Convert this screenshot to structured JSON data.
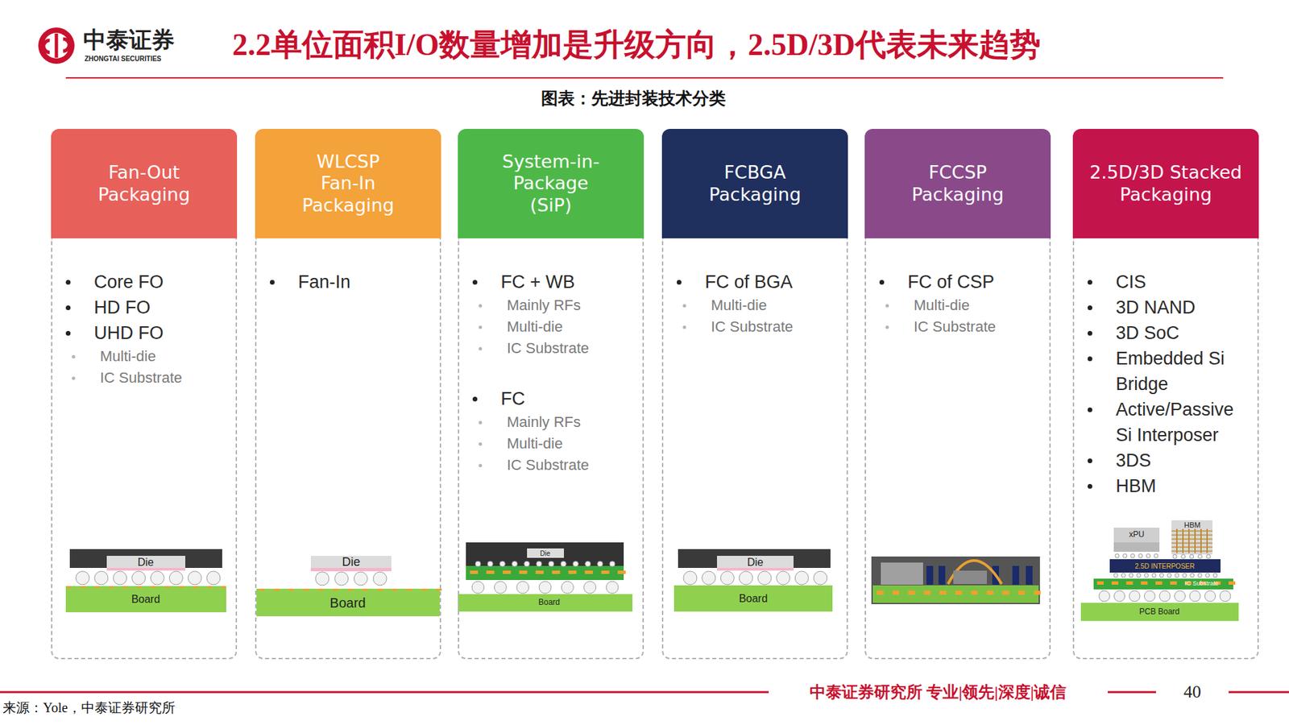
{
  "diagram": {
    "title": "2.2单位面积I/O数量增加是升级方向，2.5D/3D代表未来趋势",
    "caption": "图表：先进封装技术分类",
    "nodes": [
      {
        "text": [
          "Fan-Out Packaging",
          "Core FO",
          "HD FO",
          "UHD FO",
          "Multi-die",
          "IC Substrate"
        ]
      },
      {
        "text": [
          "WLCSP Fan-In Packaging",
          "Fan-In"
        ]
      },
      {
        "text": [
          "System-in-Package (SiP)",
          "FC + WB",
          "Mainly RFs",
          "Multi-die",
          "IC Substrate",
          "FC",
          "Mainly RFs",
          "Multi-die",
          "IC Substrate"
        ]
      },
      {
        "text": [
          "FCBGA Packaging",
          "FC of BGA",
          "Multi-die",
          "IC Substrate"
        ]
      },
      {
        "text": [
          "FCCSP Packaging",
          "FC of CSP",
          "Multi-die",
          "IC Substrate"
        ]
      },
      {
        "text": [
          "2.5D/3D Stacked Packaging",
          "CIS",
          "3D NAND",
          "3D SoC",
          "Embedded Si Bridge",
          "Active/Passive Si Interposer",
          "3DS",
          "HBM"
        ]
      }
    ],
    "labels": [
      "中泰证券",
      "ZHONGTAI SECURITIES",
      "Die",
      "Board",
      "Die",
      "Board",
      "Die",
      "Board",
      "Die",
      "Board",
      "xPU",
      "HBM",
      "2.5D INTERPOSER",
      "IC Substrate",
      "PCB Board",
      "中泰证券研究所 专业|领先|深度|诚信",
      "40",
      "来源：Yole，中泰证券研究所"
    ]
  }
}
